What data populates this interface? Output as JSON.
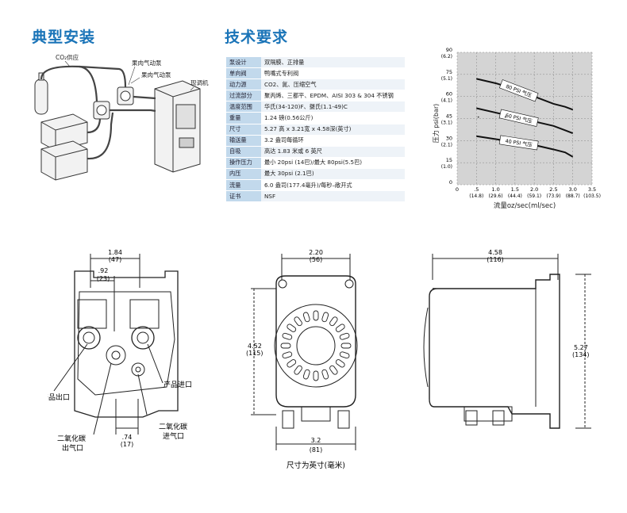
{
  "headings": {
    "install": "典型安装",
    "specs": "技术要求"
  },
  "install_labels": {
    "co2": "CO₂供应",
    "pump1": "果肉气动泵",
    "pump2": "果肉气动泵",
    "dispenser": "现调机"
  },
  "specs": [
    {
      "k": "泵设计",
      "v": "双隔膜、正排量"
    },
    {
      "k": "单向阀",
      "v": "鸭嘴式专利阀"
    },
    {
      "k": "动力源",
      "v": "CO2、氮、压缩空气"
    },
    {
      "k": "过流部分",
      "v": "聚丙烯、三都平、EPDM、AISI 303 & 304 不锈钢"
    },
    {
      "k": "温度范围",
      "v": "华氏(34-120)F、摄氏(1.1-49)C"
    },
    {
      "k": "重量",
      "v": "1.24 磅(0.56公斤)"
    },
    {
      "k": "尺寸",
      "v": "5.27 高 x 3.21宽 x 4.58深(英寸)"
    },
    {
      "k": "输送量",
      "v": "3.2 盎司每循环"
    },
    {
      "k": "自吸",
      "v": "高达 1.83 米或 6 英尺"
    },
    {
      "k": "操作压力",
      "v": "最小 20psi (14巴)/最大 80psi(5.5巴)"
    },
    {
      "k": "内压",
      "v": "最大 30psi (2.1巴)"
    },
    {
      "k": "流量",
      "v": "6.0 盎司(177.4毫升)/每秒–敞开式"
    },
    {
      "k": "证书",
      "v": "NSF"
    }
  ],
  "chart_data": {
    "type": "line",
    "x": [
      0,
      0.5,
      1.0,
      1.5,
      2.0,
      2.5,
      3.0,
      3.5
    ],
    "x_tick_labels": [
      "0",
      ".5",
      "1.0",
      "1.5",
      "2.0",
      "2.5",
      "3.0",
      "3.5"
    ],
    "x_tick_sublabels": [
      "",
      "(14.8)",
      "(29.6)",
      "(44.4)",
      "(59.1)",
      "(73.9)",
      "(88.7)",
      "(103.5)"
    ],
    "y_ticks": [
      0,
      15,
      30,
      45,
      60,
      75,
      90
    ],
    "y_tick_sublabels": [
      "",
      "(1.0)",
      "(2.1)",
      "(3.1)",
      "(4.1)",
      "(5.1)",
      "(6.2)"
    ],
    "xlim": [
      0,
      3.5
    ],
    "ylim": [
      0,
      90
    ],
    "xlabel": "流量oz/sec(ml/sec)",
    "ylabel": "压力 psi(bar)",
    "grid": true,
    "series": [
      {
        "name": "80 PSI 气压",
        "x": [
          0.5,
          1.0,
          1.5,
          2.0,
          2.5,
          2.8,
          3.0
        ],
        "y": [
          72,
          69,
          65,
          60,
          55,
          53,
          51
        ],
        "label_at": 1.6
      },
      {
        "name": "60 PSI 气压",
        "x": [
          0.5,
          1.0,
          1.5,
          2.0,
          2.5,
          2.8,
          3.0
        ],
        "y": [
          52,
          49,
          46,
          43,
          40,
          37,
          35
        ],
        "label_at": 1.6
      },
      {
        "name": "40 PSI 气压",
        "x": [
          0.5,
          1.0,
          1.5,
          2.0,
          2.5,
          2.8,
          3.0
        ],
        "y": [
          33,
          31,
          29,
          27,
          24,
          22,
          19
        ],
        "label_at": 1.6
      }
    ],
    "points": [
      {
        "x": 0.55,
        "y": 46
      },
      {
        "x": 1.25,
        "y": 46
      }
    ]
  },
  "dims": {
    "front_width": "1.84",
    "front_width_mm": "(47)",
    "front_offset": ".92",
    "front_offset_mm": "(23)",
    "bottom_offset": ".74",
    "bottom_offset_mm": "(17)",
    "product_out": "产品出口",
    "product_in": "产品进口",
    "co2_out_1": "二氧化碳",
    "co2_out_2": "出气口",
    "co2_in_1": "二氧化碳",
    "co2_in_2": "进气口",
    "mid_top": "2.20",
    "mid_top_mm": "(56)",
    "mid_height": "4.52",
    "mid_height_mm": "(115)",
    "mid_bottom": "3.2",
    "mid_bottom_mm": "(81)",
    "side_width": "4.58",
    "side_width_mm": "(116)",
    "side_height": "5.27",
    "side_height_mm": "(134)",
    "caption": "尺寸为英寸(毫米)"
  },
  "colors": {
    "accent": "#1a74b8",
    "table_key_bg": "#c2d9ec",
    "chart_bg": "#d4d4d4"
  }
}
